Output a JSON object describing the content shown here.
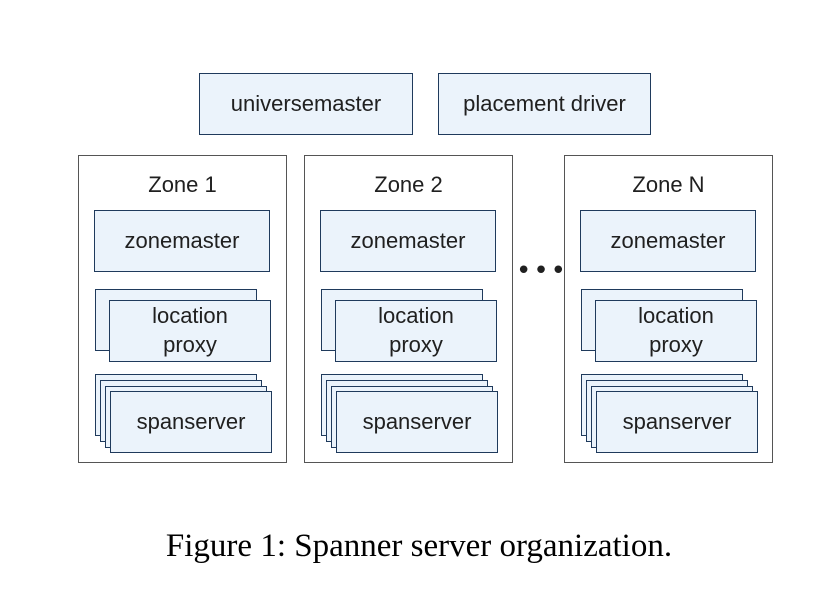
{
  "top": {
    "universemaster": "universemaster",
    "placement_driver": "placement driver"
  },
  "zones": [
    {
      "title": "Zone 1",
      "zonemaster": "zonemaster",
      "location_proxy": "location\nproxy",
      "spanserver": "spanserver"
    },
    {
      "title": "Zone 2",
      "zonemaster": "zonemaster",
      "location_proxy": "location\nproxy",
      "spanserver": "spanserver"
    },
    {
      "title": "Zone N",
      "zonemaster": "zonemaster",
      "location_proxy": "location\nproxy",
      "spanserver": "spanserver"
    }
  ],
  "ellipsis": "•••",
  "caption": "Figure 1: Spanner server organization."
}
